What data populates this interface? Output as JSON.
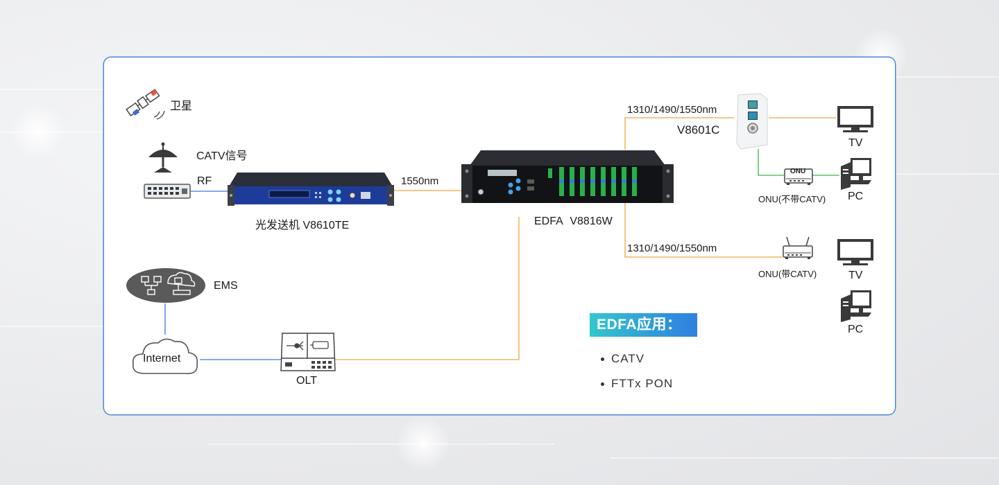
{
  "nodes": {
    "satellite": "卫星",
    "catv_signal": "CATV信号",
    "rf": "RF",
    "transmitter": "光发送机 V8610TE",
    "link_1550": "1550nm",
    "edfa_prefix": "EDFA",
    "edfa_model": "V8816W",
    "wavelength_top": "1310/1490/1550nm",
    "wavelength_bottom": "1310/1490/1550nm",
    "v8601c": "V8601C",
    "tv_top": "TV",
    "onu_no_catv": "ONU(不带CATV)",
    "onu_box_label": "ONU",
    "pc_top": "PC",
    "onu_with_catv": "ONU(带CATV)",
    "tv_bottom": "TV",
    "pc_bottom": "PC",
    "ems": "EMS",
    "internet": "Internet",
    "olt": "OLT"
  },
  "application": {
    "title": "EDFA应用：",
    "items": [
      "CATV",
      "FTTx PON"
    ]
  },
  "colors": {
    "fiber": "#f5a43c",
    "copper": "#3f74d6",
    "green_link": "#3bb34a",
    "card_border": "#4b86e0",
    "edfa_model": "#f07e1e",
    "device_blue": "#1d3c9a"
  }
}
